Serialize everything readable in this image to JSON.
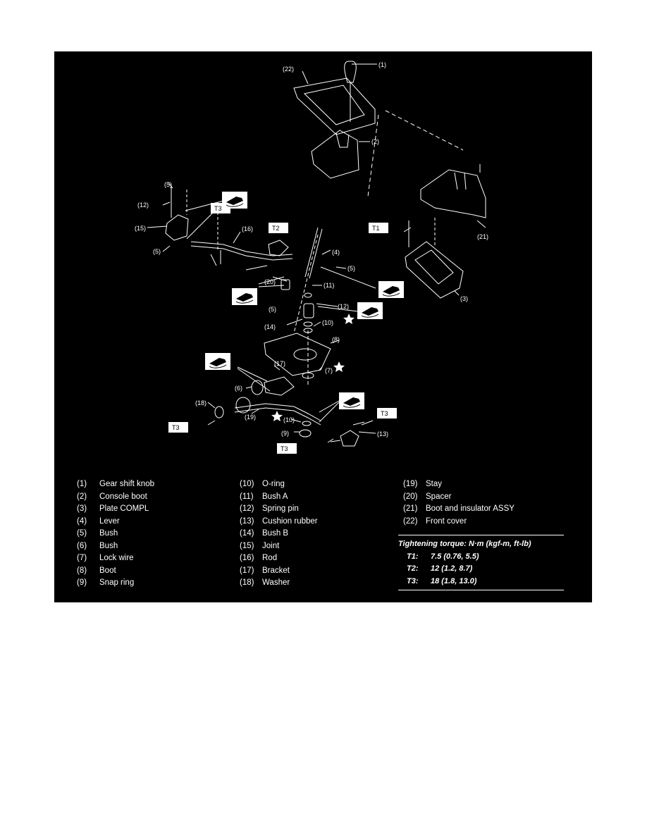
{
  "callouts": [
    "(1)",
    "(22)",
    "(2)",
    "(5)",
    "(12)",
    "(15)",
    "(5)",
    "(16)",
    "(4)",
    "(5)",
    "(20)",
    "(5)",
    "(11)",
    "(12)",
    "(14)",
    "(10)",
    "(8)",
    "(17)",
    "(7)",
    "(6)",
    "(18)",
    "(19)",
    "(10)",
    "(9)",
    "(13)",
    "(21)",
    "(3)"
  ],
  "torque_tags": [
    "T3",
    "T2",
    "T1",
    "T3",
    "T3",
    "T3"
  ],
  "legend": {
    "items": [
      {
        "num": "(1)",
        "text": "Gear shift knob"
      },
      {
        "num": "(2)",
        "text": "Console boot"
      },
      {
        "num": "(3)",
        "text": "Plate COMPL"
      },
      {
        "num": "(4)",
        "text": "Lever"
      },
      {
        "num": "(5)",
        "text": "Bush"
      },
      {
        "num": "(6)",
        "text": "Bush"
      },
      {
        "num": "(7)",
        "text": "Lock wire"
      },
      {
        "num": "(8)",
        "text": "Boot"
      },
      {
        "num": "(9)",
        "text": "Snap ring"
      },
      {
        "num": "(10)",
        "text": "O-ring"
      },
      {
        "num": "(11)",
        "text": "Bush A"
      },
      {
        "num": "(12)",
        "text": "Spring pin"
      },
      {
        "num": "(13)",
        "text": "Cushion rubber"
      },
      {
        "num": "(14)",
        "text": "Bush B"
      },
      {
        "num": "(15)",
        "text": "Joint"
      },
      {
        "num": "(16)",
        "text": "Rod"
      },
      {
        "num": "(17)",
        "text": "Bracket"
      },
      {
        "num": "(18)",
        "text": "Washer"
      },
      {
        "num": "(19)",
        "text": "Stay"
      },
      {
        "num": "(20)",
        "text": "Spacer"
      },
      {
        "num": "(21)",
        "text": "Boot and insulator ASSY"
      },
      {
        "num": "(22)",
        "text": "Front cover"
      }
    ]
  },
  "torque": {
    "heading": "Tightening torque: N·m (kgf-m, ft-lb)",
    "rows": [
      {
        "key": "T1:",
        "value": "7.5 (0.76, 5.5)"
      },
      {
        "key": "T2:",
        "value": "12 (1.2, 8.7)"
      },
      {
        "key": "T3:",
        "value": "18 (1.8, 13.0)"
      }
    ]
  },
  "colors": {
    "background": "#000000",
    "line": "#ffffff",
    "page": "#ffffff"
  },
  "icons": [
    "grease-apply-icon",
    "star-replace-icon"
  ]
}
